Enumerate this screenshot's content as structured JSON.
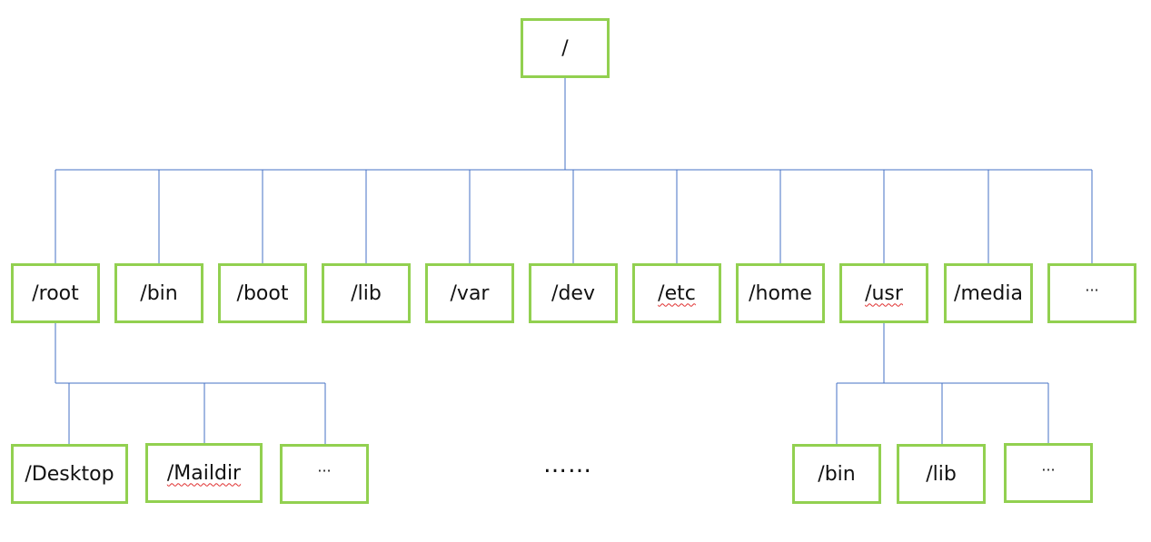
{
  "diagram": {
    "root": {
      "label": "/"
    },
    "level1": [
      {
        "label": "/root"
      },
      {
        "label": "/bin"
      },
      {
        "label": "/boot"
      },
      {
        "label": "/lib"
      },
      {
        "label": "/var"
      },
      {
        "label": "/dev"
      },
      {
        "label": "/etc"
      },
      {
        "label": "/home"
      },
      {
        "label": "/usr"
      },
      {
        "label": "/media"
      },
      {
        "label": "···"
      }
    ],
    "root_children": [
      {
        "label": "/Desktop"
      },
      {
        "label": "/Maildir"
      },
      {
        "label": "···"
      }
    ],
    "middle_ellipsis": "……",
    "usr_children": [
      {
        "label": "/bin"
      },
      {
        "label": "/lib"
      },
      {
        "label": "···"
      }
    ],
    "colors": {
      "border": "#92d050",
      "connector": "#4472c4"
    }
  }
}
